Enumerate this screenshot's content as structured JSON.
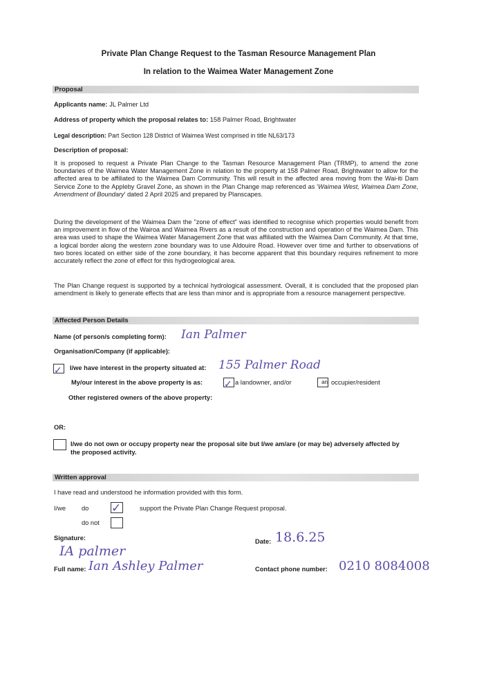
{
  "title": "Private Plan Change Request to the Tasman Resource Management Plan",
  "subtitle": "In relation to the Waimea Water Management Zone",
  "proposal": {
    "heading": "Proposal",
    "applicants_label": "Applicants name:",
    "applicants_value": "JL Palmer Ltd",
    "address_label": "Address of property which the proposal relates to:",
    "address_value": "158 Palmer Road, Brightwater",
    "legal_label": "Legal description:",
    "legal_value": "Part Section 128 District of Waimea West comprised in title NL63/173",
    "description_label": "Description of proposal:",
    "para1_a": "It is proposed to request a Private Plan Change to the Tasman Resource Management Plan (TRMP), to amend the zone boundaries of the Waimea Water Management Zone in relation to the property at 158 Palmer Road, Brightwater to allow for the affected area to be affiliated to the Waimea Dam Community. This will result in the affected area moving from the Wai-iti Dam Service Zone to the Appleby Gravel Zone, as shown in the Plan Change map referenced as '",
    "para1_italic": "Waimea West, Waimea Dam Zone, Amendment of Boundary",
    "para1_b": "' dated 2 April 2025 and prepared by Planscapes.",
    "para2": "During the development of the Waimea Dam the \"zone of effect\" was identified to recognise which properties would benefit from an improvement in flow of the Wairoa and Waimea Rivers as a result of the construction and operation of the Waimea Dam. This area was used to shape the Waimea Water Management Zone that was affiliated with the Waimea Dam Community. At that time, a logical border along the western zone boundary was to use Aldouire Road. However over time and further to observations of two bores located on either side of the zone boundary, it has become apparent that this boundary requires refinement to more accurately reflect the zone of effect for this hydrogeological area.",
    "para3": "The Plan Change request is supported by a technical hydrological assessment. Overall, it is concluded that the proposed plan amendment is likely to generate effects that are less than minor and is appropriate from a resource management perspective."
  },
  "affected": {
    "heading": "Affected Person Details",
    "name_label": "Name (of person/s completing form):",
    "name_value": "Ian Palmer",
    "org_label": "Organisation/Company (if applicable):",
    "interest_label": "I/we have interest in the property situated at:",
    "interest_value": "155 Palmer Road",
    "interest_checked": true,
    "as_label": "My/our interest in the above property is as:",
    "landowner_label": "a landowner, and/or",
    "landowner_checked": true,
    "occupier_box_text": "an",
    "occupier_label": "occupier/resident",
    "occupier_checked": false,
    "other_owners_label": "Other registered owners of the above property:",
    "or_label": "OR:",
    "not_own_label": "I/we do not own or occupy property near the proposal site but I/we am/are (or may be) adversely affected by the proposed activity.",
    "not_own_checked": false
  },
  "approval": {
    "heading": "Written approval",
    "read_text": "I have read and understood he information provided with this form.",
    "iwe_label": "I/we",
    "do_label": "do",
    "do_checked": true,
    "do_not_label": "do not",
    "do_not_checked": false,
    "support_text": "support the Private Plan Change Request proposal.",
    "signature_label": "Signature:",
    "signature_value": "IA palmer",
    "date_label": "Date:",
    "date_value": "18.6.25",
    "fullname_label": "Full name:",
    "fullname_value": "Ian Ashley Palmer",
    "phone_label": "Contact phone number:",
    "phone_value": "0210 8084008"
  }
}
